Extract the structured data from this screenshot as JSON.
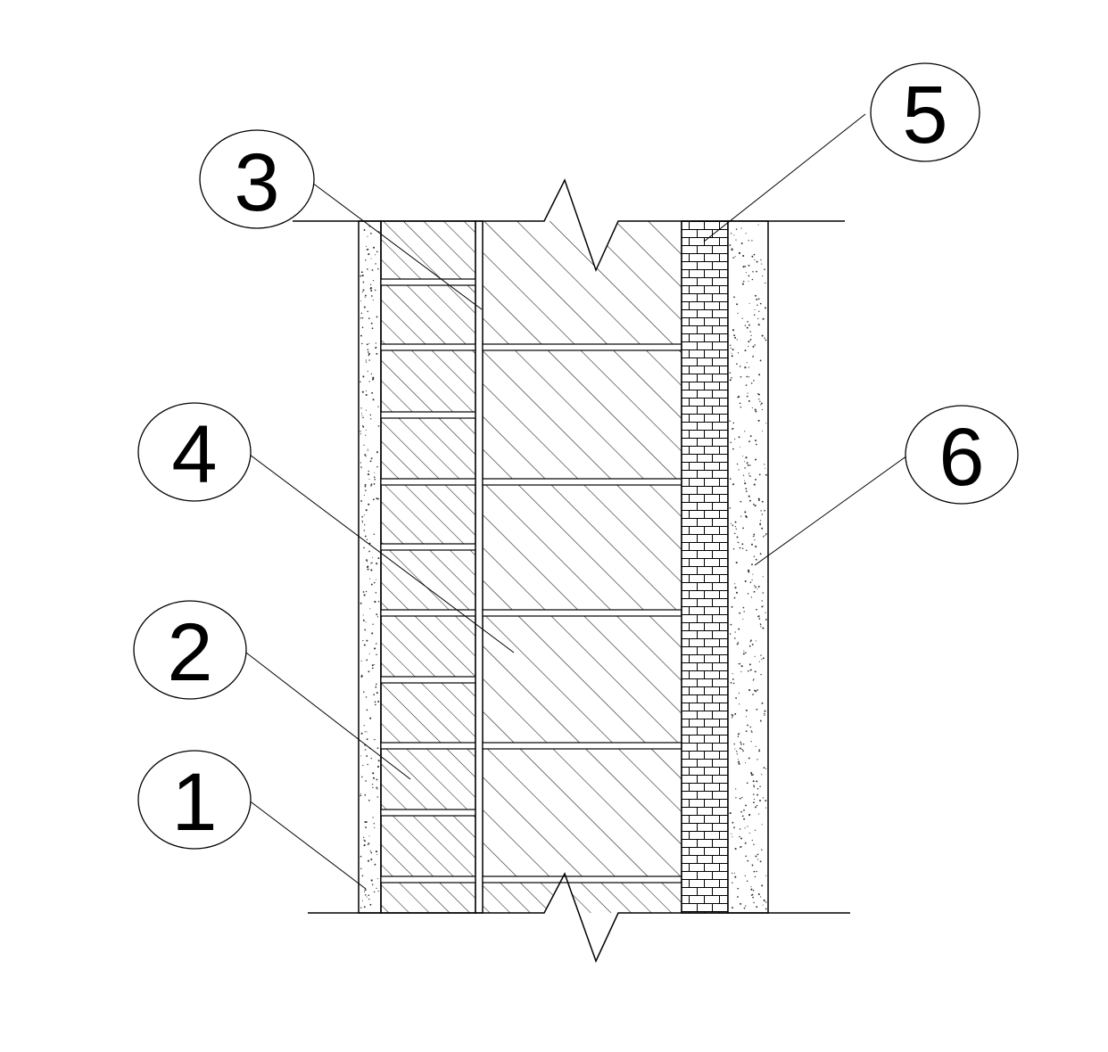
{
  "diagram": {
    "type": "wall-section",
    "colors": {
      "ink": "#000000",
      "hatch": "#222222",
      "background": "#ffffff"
    },
    "layers": [
      {
        "id": "1",
        "pattern": "stipple"
      },
      {
        "id": "2",
        "pattern": "diagonal-hatch-blocks"
      },
      {
        "id": "3",
        "pattern": "thin-strip"
      },
      {
        "id": "4",
        "pattern": "diagonal-hatch-blocks"
      },
      {
        "id": "5",
        "pattern": "brick-grid"
      },
      {
        "id": "6",
        "pattern": "stipple"
      }
    ],
    "callouts": [
      {
        "label": "3"
      },
      {
        "label": "5"
      },
      {
        "label": "4"
      },
      {
        "label": "6"
      },
      {
        "label": "2"
      },
      {
        "label": "1"
      }
    ]
  }
}
